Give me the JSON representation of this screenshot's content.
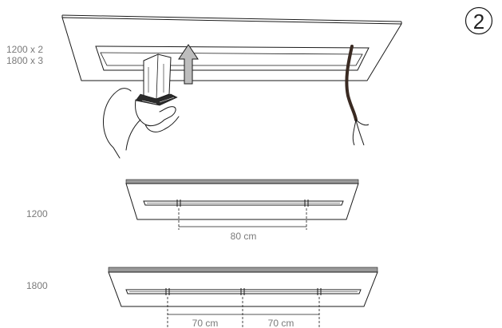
{
  "step": {
    "number": "2"
  },
  "top_view": {
    "label_line1": "1200 x 2",
    "label_line2": "1800 x 3"
  },
  "fixture_1200": {
    "label": "1200",
    "spacing": "80 cm"
  },
  "fixture_1800": {
    "label": "1800",
    "spacing_left": "70 cm",
    "spacing_right": "70 cm"
  },
  "colors": {
    "line": "#1a1a1a",
    "top_bar": "#9a9a9a",
    "arrow_fill": "#bdbdbd",
    "cable": "#3a2a22",
    "text": "#7a7a7a"
  }
}
